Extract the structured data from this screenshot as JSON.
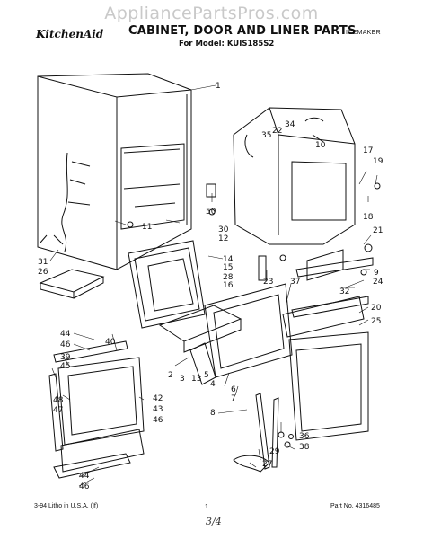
{
  "watermark": "AppliancePartsPros.com",
  "header": {
    "brand": "KitchenAid",
    "title": "CABINET, DOOR AND LINER PARTS",
    "model_line": "For Model: KUIS185S2",
    "section_tag": "ICEMAKER"
  },
  "footer": {
    "print_info": "3-94 Litho in U.S.A. (If)",
    "page_number": "1",
    "part_number": "Part No. 4316485",
    "handwritten_note": "3/4"
  },
  "callouts": [
    "1",
    "34",
    "22",
    "10",
    "35",
    "17",
    "19",
    "18",
    "21",
    "50",
    "30",
    "12",
    "11",
    "31",
    "26",
    "14",
    "15",
    "28",
    "23",
    "9",
    "24",
    "32",
    "16",
    "37",
    "20",
    "25",
    "44",
    "46",
    "40",
    "39",
    "45",
    "2",
    "3",
    "13",
    "5",
    "4",
    "6",
    "7",
    "8",
    "42",
    "43",
    "48",
    "47",
    "36",
    "38",
    "29",
    "27"
  ]
}
